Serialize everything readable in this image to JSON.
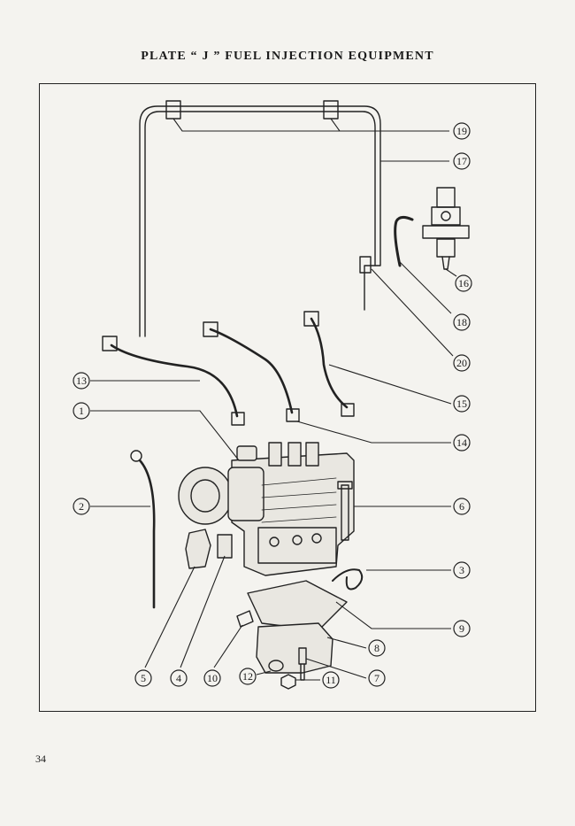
{
  "page": {
    "title": "PLATE “ J ” FUEL INJECTION EQUIPMENT",
    "number": "34"
  },
  "callouts": [
    "19",
    "17",
    "16",
    "18",
    "20",
    "15",
    "13",
    "1",
    "14",
    "2",
    "6",
    "3",
    "9",
    "8",
    "7",
    "5",
    "4",
    "10",
    "12",
    "11"
  ]
}
